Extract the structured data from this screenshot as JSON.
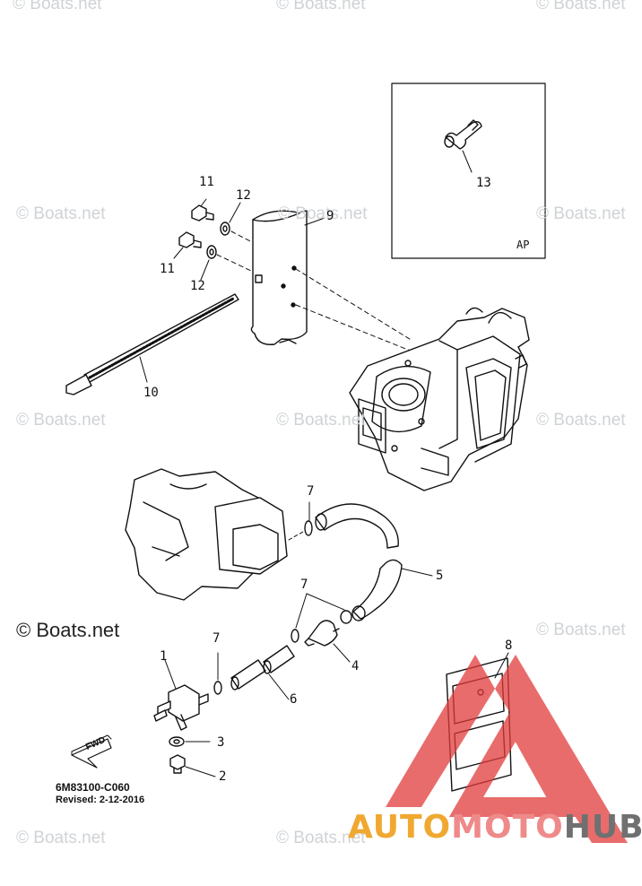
{
  "watermarks": {
    "text": "© Boats.net",
    "large_text": "© Boats.net"
  },
  "callouts": {
    "c1": "1",
    "c2": "2",
    "c3": "3",
    "c4": "4",
    "c5": "5",
    "c6": "6",
    "c7a": "7",
    "c7b": "7",
    "c7c": "7",
    "c8": "8",
    "c9": "9",
    "c10": "10",
    "c11a": "11",
    "c11b": "11",
    "c12a": "12",
    "c12b": "12",
    "c13": "13"
  },
  "inset": {
    "label": "AP"
  },
  "fwd_label": "FWD",
  "diagram_code": "6M83100-C060",
  "revised": "Revised: 2-12-2016",
  "brand": {
    "part1": "AUTO",
    "part2": "MOTO",
    "part3": "HUB"
  },
  "colors": {
    "line": "#111111",
    "watermark": "#cfd3d6",
    "logo_red": "#e23b3b",
    "logo_orange": "#f0a830",
    "logo_gray": "#707070"
  }
}
